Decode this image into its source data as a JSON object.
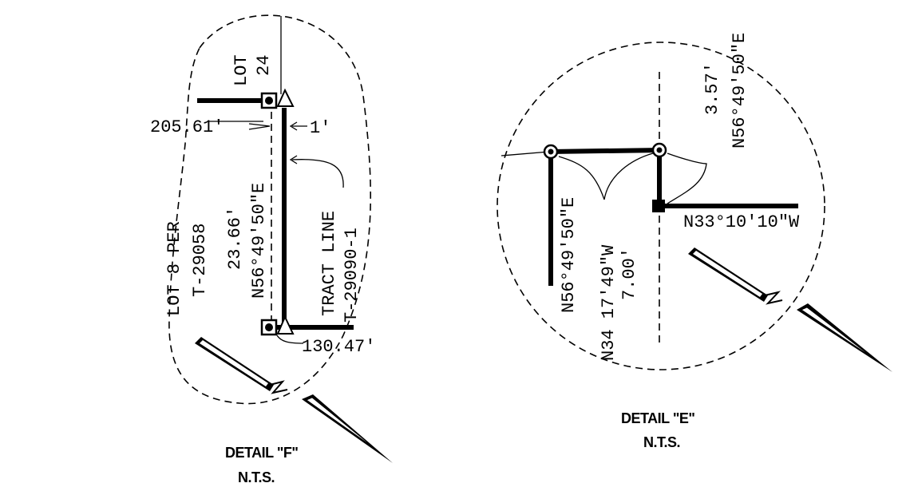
{
  "detail_f": {
    "lot_24": "LOT",
    "lot_24_num": "24",
    "dist_205": "205.61'",
    "offset_1": "1'",
    "lot8_line1": "LOT 8 PER",
    "lot8_line2": "T-29058",
    "dist_23": "23.66'",
    "bearing": "N56°49'50\"E",
    "tract_line1": "TRACT LINE",
    "tract_line2": "T-29090-1",
    "dist_130": "130.47'",
    "title": "DETAIL \"F\"",
    "scale": "N.T.S."
  },
  "detail_e": {
    "dist_357": "3.57'",
    "bearing_top": "N56°49'50\"E",
    "bearing_right": "N33°10'10\"W",
    "bearing_left": "N56°49'50\"E",
    "bearing_mid": "N34 17'49\"W",
    "dist_700": "7.00'",
    "title": "DETAIL \"E\"",
    "scale": "N.T.S."
  }
}
